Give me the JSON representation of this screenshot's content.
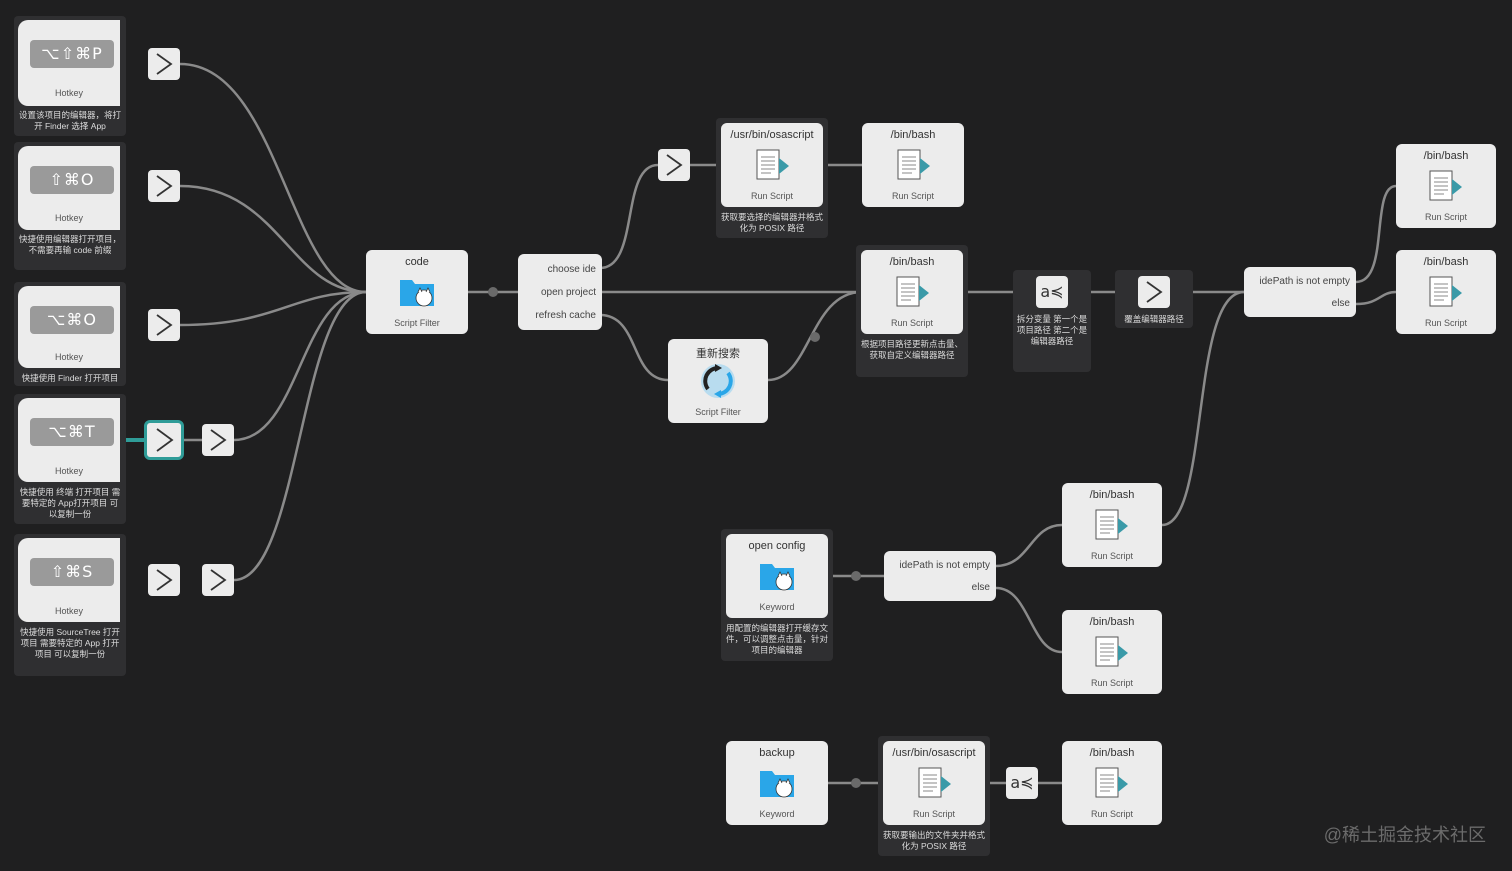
{
  "hotkeys": [
    {
      "keys": "⌥⇧⌘P",
      "type": "Hotkey",
      "note": "设置该项目的编辑器，将打开 Finder 选择 App"
    },
    {
      "keys": "⇧⌘O",
      "type": "Hotkey",
      "note": "快捷使用编辑器打开项目，不需要再输 code 前缀"
    },
    {
      "keys": "⌥⌘O",
      "type": "Hotkey",
      "note": "快捷使用 Finder 打开项目"
    },
    {
      "keys": "⌥⌘T",
      "type": "Hotkey",
      "note": "快捷使用 终端 打开项目 需要特定的 App打开项目 可以复制一份"
    },
    {
      "keys": "⇧⌘S",
      "type": "Hotkey",
      "note": "快捷使用 SourceTree 打开项目 需要特定的 App 打开项目 可以复制一份"
    }
  ],
  "nodes": {
    "code": {
      "title": "code",
      "type": "Script Filter"
    },
    "choose": {
      "rows": [
        "choose ide",
        "open project",
        "refresh cache"
      ]
    },
    "osa1": {
      "title": "/usr/bin/osascript",
      "type": "Run Script",
      "note": "获取要选择的编辑器并格式化为 POSIX 路径"
    },
    "bash1": {
      "title": "/bin/bash",
      "type": "Run Script"
    },
    "research": {
      "title": "重新搜索",
      "type": "Script Filter"
    },
    "bash2": {
      "title": "/bin/bash",
      "type": "Run Script",
      "note": "根据项目路径更新点击量、获取自定义编辑器路径"
    },
    "split": {
      "note": "拆分变量 第一个是项目路径 第二个是编辑器路径"
    },
    "override": {
      "note": "覆盖编辑器路径"
    },
    "cond1": {
      "rows": [
        "idePath is not empty",
        "else"
      ]
    },
    "bash3": {
      "title": "/bin/bash",
      "type": "Run Script"
    },
    "bash4": {
      "title": "/bin/bash",
      "type": "Run Script"
    },
    "openconfig": {
      "title": "open config",
      "type": "Keyword",
      "note": "用配置的编辑器打开缓存文件，可以调整点击量，针对项目的编辑器"
    },
    "cond2": {
      "rows": [
        "idePath is not empty",
        "else"
      ]
    },
    "bash5": {
      "title": "/bin/bash",
      "type": "Run Script"
    },
    "bash6": {
      "title": "/bin/bash",
      "type": "Run Script"
    },
    "backup": {
      "title": "backup",
      "type": "Keyword"
    },
    "osa2": {
      "title": "/usr/bin/osascript",
      "type": "Run Script",
      "note": "获取要输出的文件夹并格式化为 POSIX 路径"
    },
    "bash7": {
      "title": "/bin/bash",
      "type": "Run Script"
    }
  },
  "icons": {
    "split": "a≼",
    "watermark": "@稀土掘金技术社区"
  },
  "colors": {
    "bg": "#1f1f20",
    "card": "#ececec",
    "wire": "#8a8a8a",
    "selected": "#2f9c98",
    "folder": "#2aa6e8"
  }
}
